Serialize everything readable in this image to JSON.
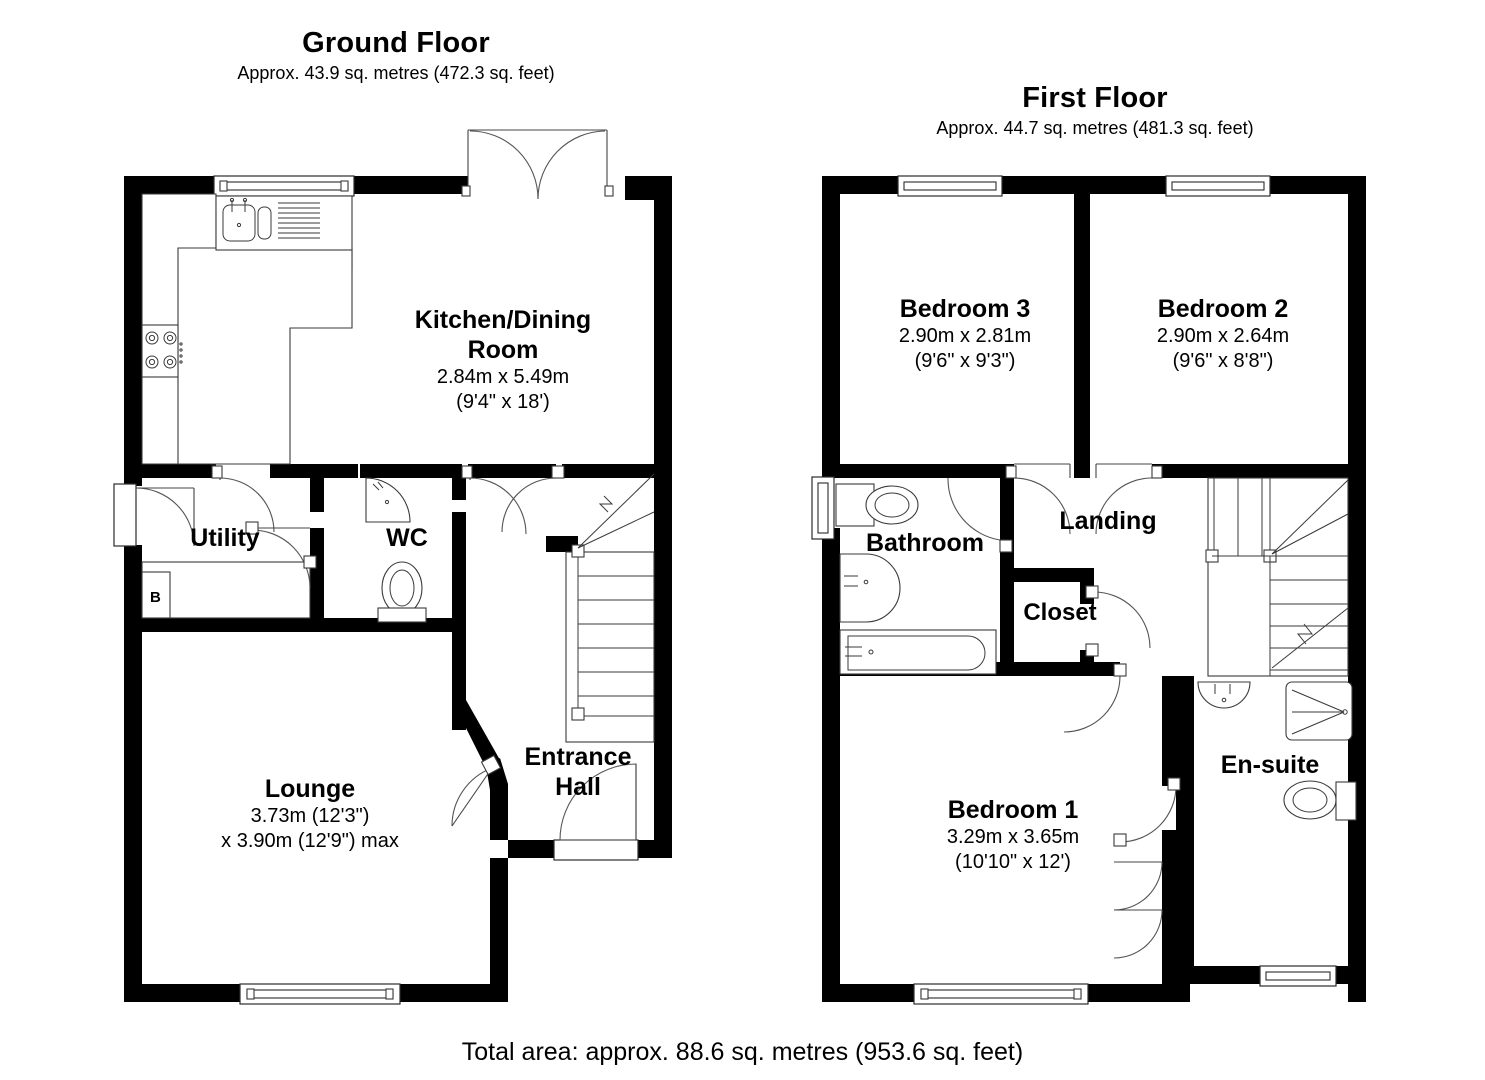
{
  "document": {
    "type": "floor-plan",
    "total_area": "Total area: approx. 88.6 sq. metres (953.6 sq. feet)"
  },
  "floors": [
    {
      "id": "ground",
      "title": "Ground Floor",
      "area": "Approx. 43.9 sq. metres (472.3 sq. feet)",
      "rooms": [
        {
          "key": "kitchen_dining",
          "name_line1": "Kitchen/Dining",
          "name_line2": "Room",
          "dim_metric": "2.84m x 5.49m",
          "dim_imperial": "(9'4\" x 18')"
        },
        {
          "key": "utility",
          "name_line1": "Utility",
          "name_line2": "",
          "dim_metric": "",
          "dim_imperial": ""
        },
        {
          "key": "wc",
          "name_line1": "WC",
          "name_line2": "",
          "dim_metric": "",
          "dim_imperial": ""
        },
        {
          "key": "entrance_hall",
          "name_line1": "Entrance",
          "name_line2": "Hall",
          "dim_metric": "",
          "dim_imperial": ""
        },
        {
          "key": "lounge",
          "name_line1": "Lounge",
          "name_line2": "",
          "dim_metric": "3.73m (12'3\")",
          "dim_imperial": "x 3.90m (12'9\") max"
        }
      ],
      "annotations": [
        {
          "key": "boiler",
          "label": "B"
        }
      ],
      "fixtures": [
        "kitchen-sink-icon",
        "kitchen-draining-board-icon",
        "kitchen-hob-icon",
        "kitchen-worktop-icon",
        "wc-toilet-icon",
        "wc-corner-basin-icon",
        "staircase-icon",
        "boiler-icon"
      ]
    },
    {
      "id": "first",
      "title": "First Floor",
      "area": "Approx. 44.7 sq. metres (481.3 sq. feet)",
      "rooms": [
        {
          "key": "bedroom_3",
          "name_line1": "Bedroom 3",
          "name_line2": "",
          "dim_metric": "2.90m x 2.81m",
          "dim_imperial": "(9'6\" x 9'3\")"
        },
        {
          "key": "bedroom_2",
          "name_line1": "Bedroom 2",
          "name_line2": "",
          "dim_metric": "2.90m x 2.64m",
          "dim_imperial": "(9'6\" x 8'8\")"
        },
        {
          "key": "bathroom",
          "name_line1": "Bathroom",
          "name_line2": "",
          "dim_metric": "",
          "dim_imperial": ""
        },
        {
          "key": "landing",
          "name_line1": "Landing",
          "name_line2": "",
          "dim_metric": "",
          "dim_imperial": ""
        },
        {
          "key": "closet",
          "name_line1": "Closet",
          "name_line2": "",
          "dim_metric": "",
          "dim_imperial": ""
        },
        {
          "key": "ensuite",
          "name_line1": "En-suite",
          "name_line2": "",
          "dim_metric": "",
          "dim_imperial": ""
        },
        {
          "key": "bedroom_1",
          "name_line1": "Bedroom 1",
          "name_line2": "",
          "dim_metric": "3.29m x 3.65m",
          "dim_imperial": "(10'10\" x 12')"
        }
      ],
      "fixtures": [
        "bathroom-toilet-icon",
        "bathroom-basin-icon",
        "bathroom-bathtub-icon",
        "ensuite-basin-icon",
        "ensuite-shower-icon",
        "ensuite-toilet-icon",
        "staircase-icon"
      ]
    }
  ],
  "colors": {
    "wall": "#000000",
    "background": "#ffffff",
    "fixture_stroke": "#3a3a3a",
    "door_swing": "#555555"
  }
}
